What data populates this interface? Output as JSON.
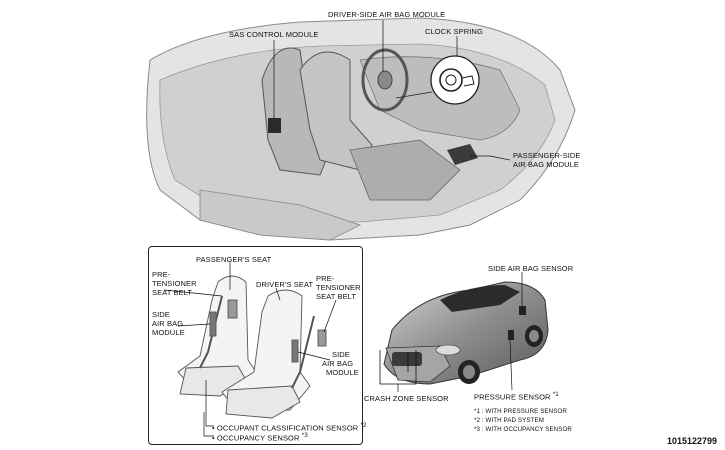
{
  "top_labels": {
    "driver_airbag": "DRIVER-SIDE AIR BAG MODULE",
    "sas_control": "SAS CONTROL MODULE",
    "clock_spring": "CLOCK SPRING",
    "passenger_airbag_line1": "PASSENGER-SIDE",
    "passenger_airbag_line2": "AIR BAG MODULE"
  },
  "seat_labels": {
    "passenger_seat": "PASSENGER'S SEAT",
    "pretensioner_left_1": "PRE-",
    "pretensioner_left_2": "TENSIONER",
    "pretensioner_left_3": "SEAT BELT",
    "driver_seat": "DRIVER'S SEAT",
    "pretensioner_right_1": "PRE-",
    "pretensioner_right_2": "TENSIONER",
    "pretensioner_right_3": "SEAT BELT",
    "side_airbag_left_1": "SIDE",
    "side_airbag_left_2": "AIR BAG",
    "side_airbag_left_3": "MODULE",
    "side_airbag_right_1": "SIDE",
    "side_airbag_right_2": "AIR BAG",
    "side_airbag_right_3": "MODULE",
    "occupant_classification": "• OCCUPANT CLASSIFICATION SENSOR",
    "occupant_classification_note": "*2",
    "occupancy": "• OCCUPANCY SENSOR",
    "occupancy_note": "*3"
  },
  "car_labels": {
    "side_airbag_sensor": "SIDE AIR BAG SENSOR",
    "crash_zone_sensor": "CRASH ZONE SENSOR",
    "pressure_sensor": "PRESSURE SENSOR",
    "pressure_sensor_note": "*1"
  },
  "footnotes": [
    "*1 : WITH PRESSURE SENSOR",
    "*2 : WITH PAD SYSTEM",
    "*3 : WITH OCCUPANCY SENSOR"
  ],
  "figure_id": "1015122799"
}
